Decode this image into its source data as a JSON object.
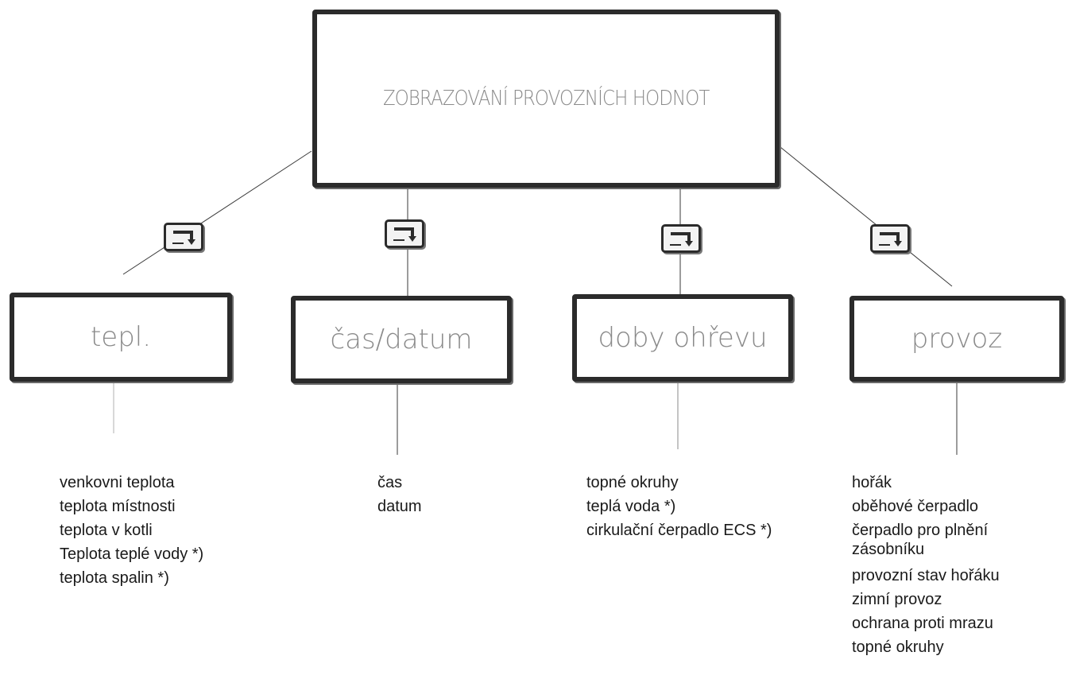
{
  "main_box": {
    "label": "ZOBRAZOVÁNÍ PROVOZNÍCH HODNOT"
  },
  "categories": [
    {
      "label": "tepl.",
      "items": [
        "venkovni teplota",
        "teplota místnosti",
        "teplota v kotli",
        "Teplota teplé vody *)",
        "teplota spalin *)"
      ]
    },
    {
      "label": "čas/datum",
      "items": [
        "čas",
        "datum"
      ]
    },
    {
      "label": "doby ohřevu",
      "items": [
        "topné okruhy",
        "teplá voda *)",
        "cirkulační čerpadlo ECS *)"
      ]
    },
    {
      "label": "provoz",
      "items": [
        "hořák",
        "oběhové čerpadlo",
        "čerpadlo pro plnění zásobníku",
        "provozní stav hořáku",
        "zimní provoz",
        "ochrana proti mrazu",
        "topné okruhy"
      ]
    }
  ],
  "key_icon": "enter-key-icon"
}
